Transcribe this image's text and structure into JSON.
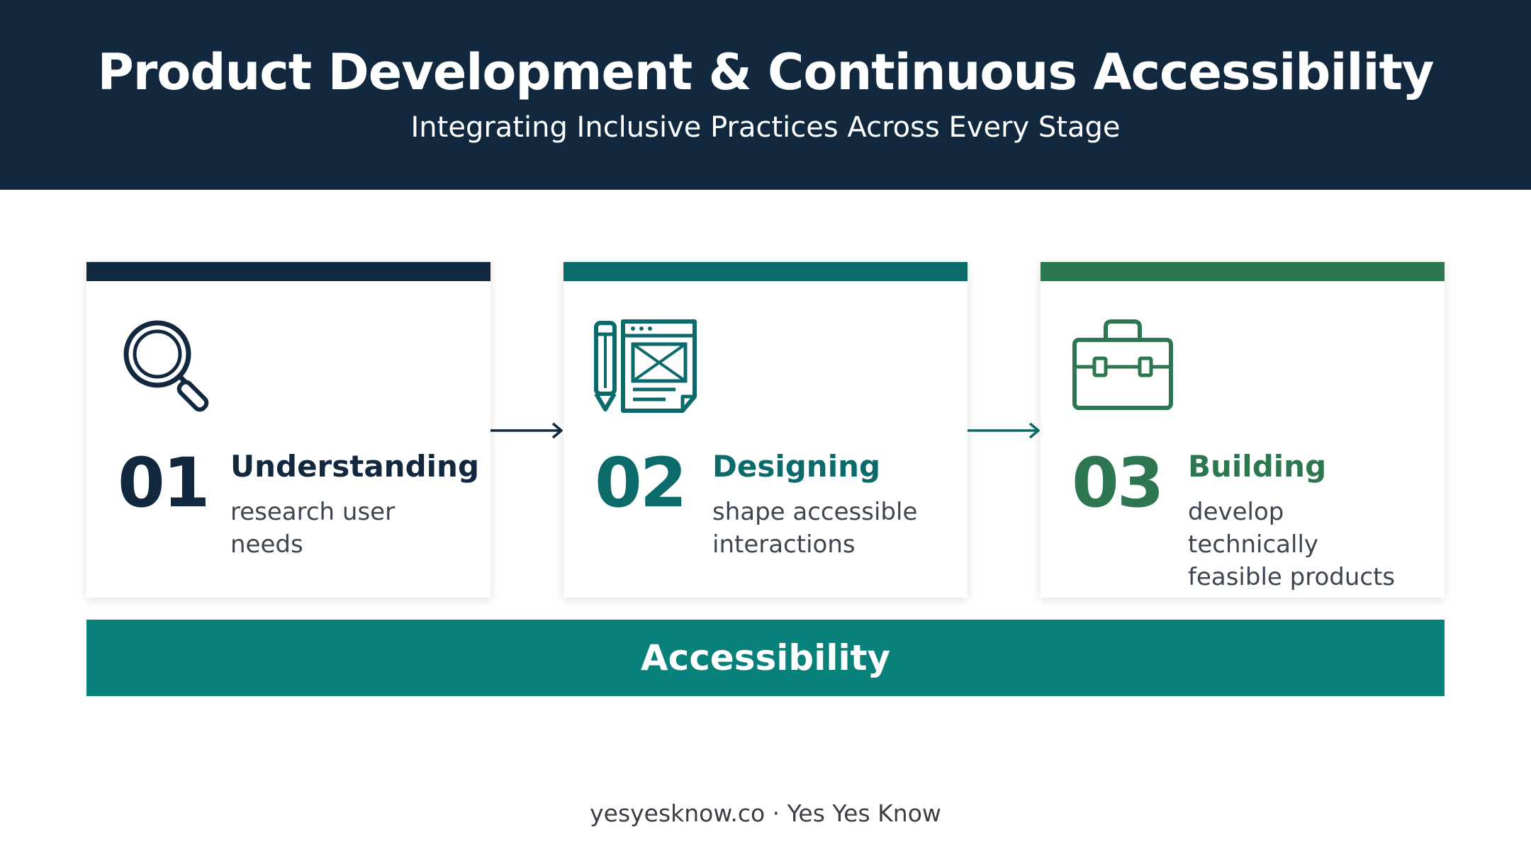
{
  "header": {
    "title": "Product Development & Continuous Accessibility",
    "subtitle": "Integrating Inclusive Practices Across Every Stage"
  },
  "stages": [
    {
      "number": "01",
      "title": "Understanding",
      "description": "research user needs",
      "icon": "magnifying-glass-icon",
      "color": "#12283f"
    },
    {
      "number": "02",
      "title": "Designing",
      "description": "shape accessible interactions",
      "icon": "design-wireframe-icon",
      "color": "#0b6b6a"
    },
    {
      "number": "03",
      "title": "Building",
      "description": "develop technically feasible products",
      "icon": "toolbox-icon",
      "color": "#2d7750"
    }
  ],
  "banner": {
    "label": "Accessibility",
    "color": "#07817a"
  },
  "footer": {
    "text": "yesyesknow.co · Yes Yes Know"
  }
}
